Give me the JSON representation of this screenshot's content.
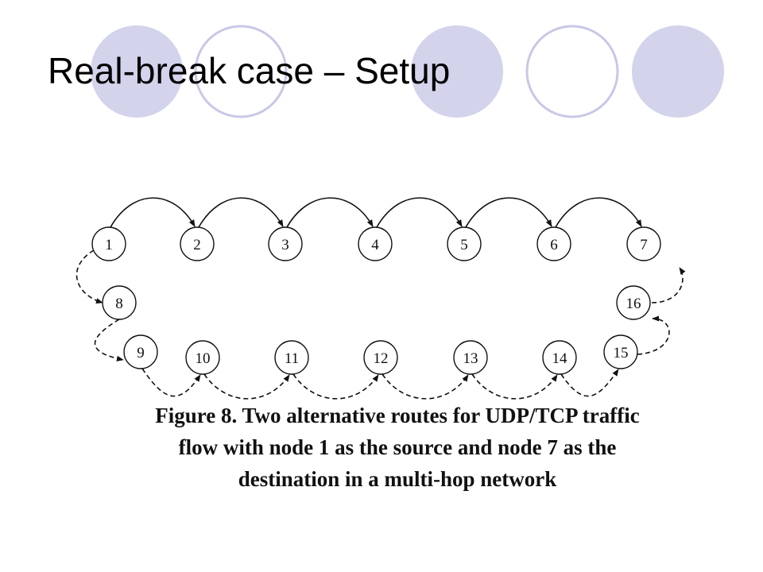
{
  "slide": {
    "title": "Real-break case – Setup",
    "accent_fill": "#d3d3ec",
    "accent_stroke": "#c8c8e6"
  },
  "diagram": {
    "nodes": [
      {
        "id": 1,
        "label": "1"
      },
      {
        "id": 2,
        "label": "2"
      },
      {
        "id": 3,
        "label": "3"
      },
      {
        "id": 4,
        "label": "4"
      },
      {
        "id": 5,
        "label": "5"
      },
      {
        "id": 6,
        "label": "6"
      },
      {
        "id": 7,
        "label": "7"
      },
      {
        "id": 8,
        "label": "8"
      },
      {
        "id": 9,
        "label": "9"
      },
      {
        "id": 10,
        "label": "10"
      },
      {
        "id": 11,
        "label": "11"
      },
      {
        "id": 12,
        "label": "12"
      },
      {
        "id": 13,
        "label": "13"
      },
      {
        "id": 14,
        "label": "14"
      },
      {
        "id": 15,
        "label": "15"
      },
      {
        "id": 16,
        "label": "16"
      }
    ],
    "routes": [
      {
        "style": "solid",
        "path": [
          1,
          2,
          3,
          4,
          5,
          6,
          7
        ]
      },
      {
        "style": "dashed",
        "path": [
          1,
          8,
          9,
          10,
          11,
          12,
          13,
          14,
          15,
          16,
          7
        ]
      }
    ]
  },
  "caption": {
    "line1": "Figure 8. Two alternative routes for UDP/TCP traffic",
    "line2": "flow with node 1 as the source and node 7 as the",
    "line3": "destination in a multi-hop network"
  }
}
